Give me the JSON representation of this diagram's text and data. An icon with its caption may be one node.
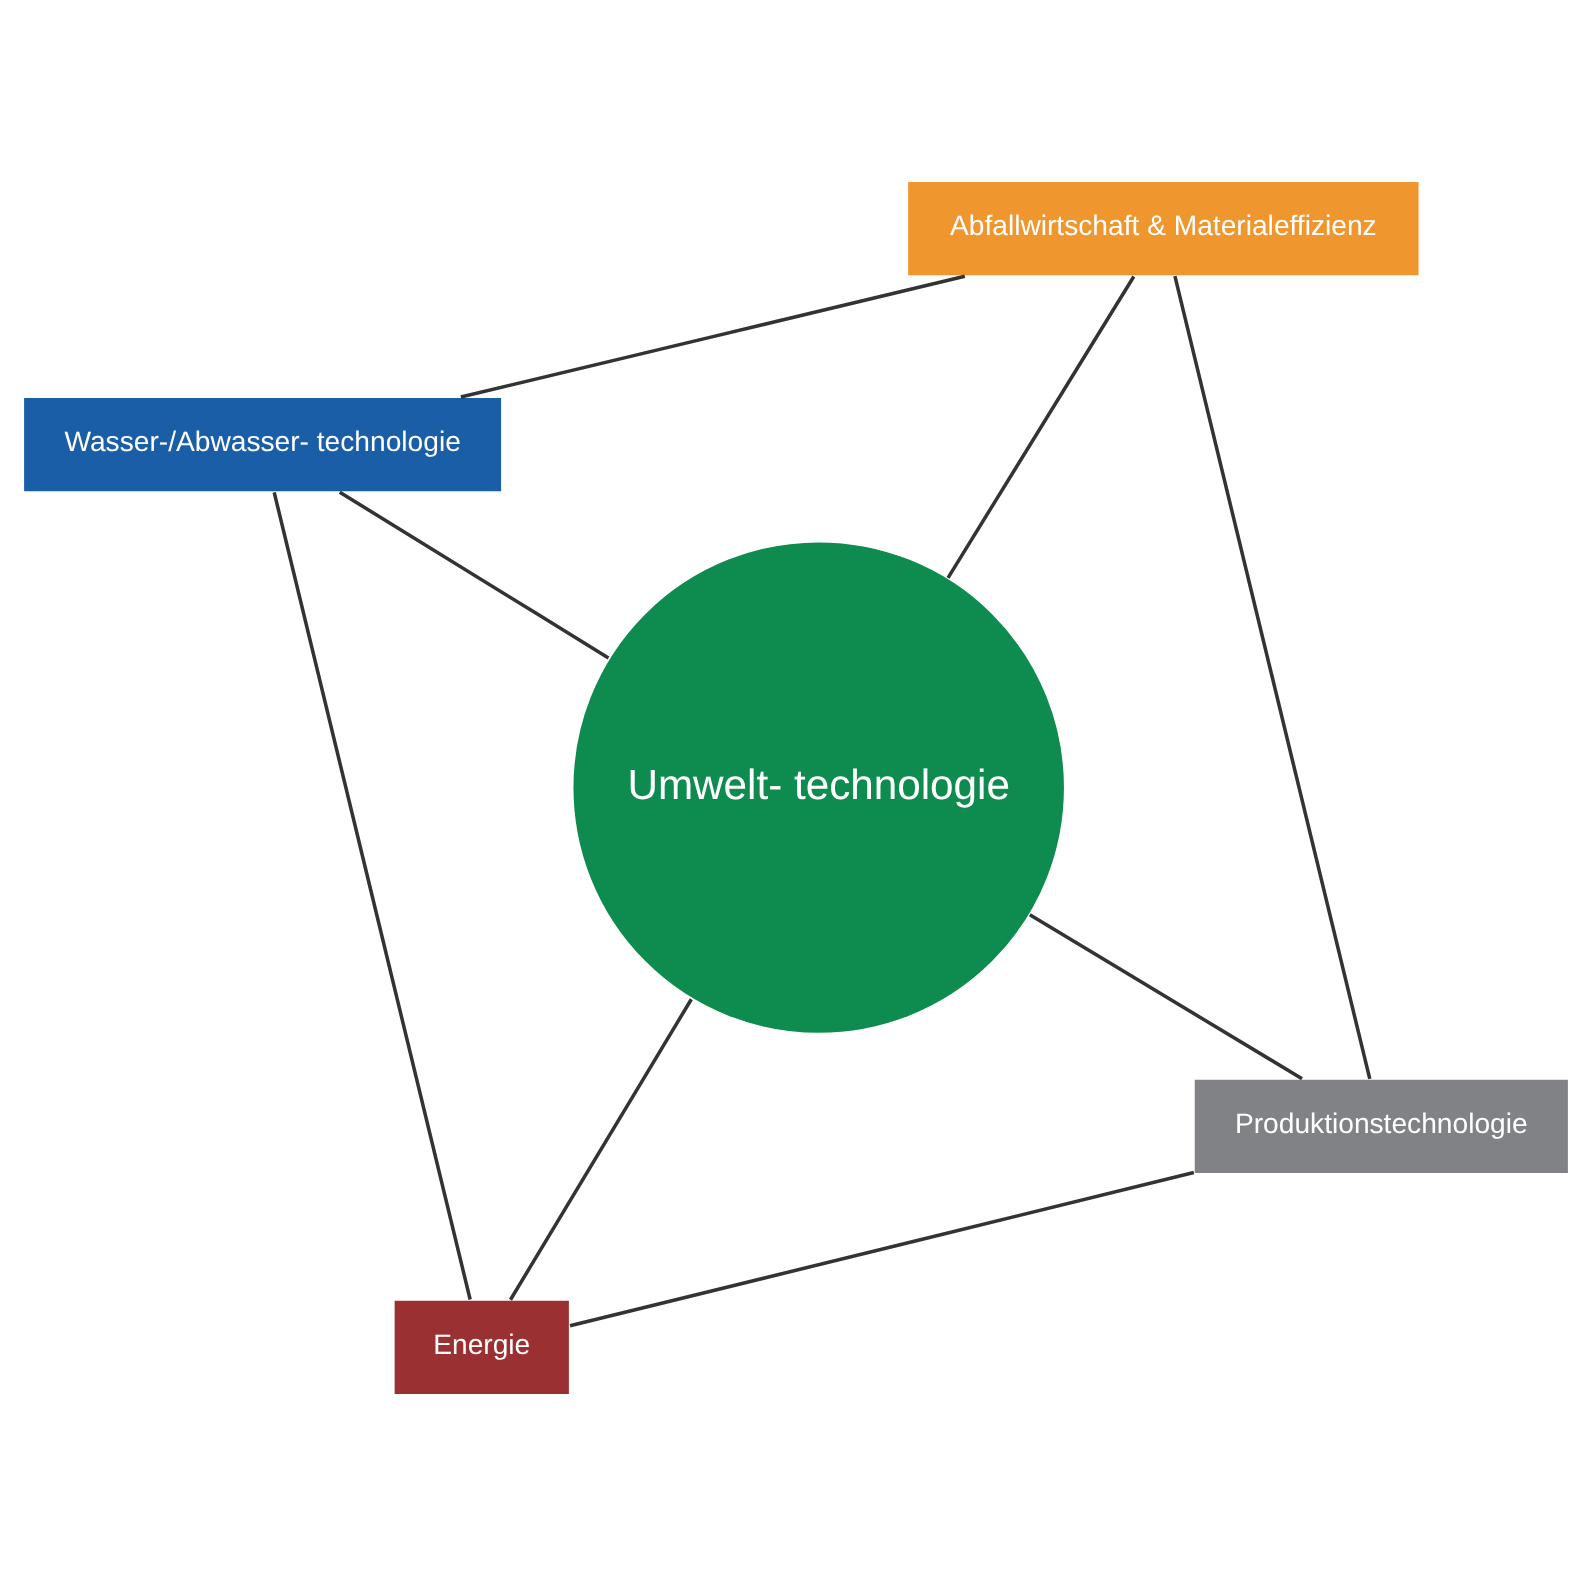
{
  "diagram": {
    "nodes": [
      {
        "text": [
          "Umwelt- technologie"
        ]
      },
      {
        "text": [
          "Produktionstechnologie"
        ]
      },
      {
        "text": [
          "Energie"
        ]
      },
      {
        "text": [
          "Wasser-/Abwasser- technologie"
        ]
      },
      {
        "text": [
          "Abfallwirtschaft & Materialeffizienz"
        ]
      }
    ],
    "edges": [
      {
        "from": 0,
        "to": 1,
        "arrow": "none"
      },
      {
        "from": 0,
        "to": 2,
        "arrow": "none"
      },
      {
        "from": 0,
        "to": 3,
        "arrow": "none"
      },
      {
        "from": 0,
        "to": 4,
        "arrow": "none"
      },
      {
        "from": 1,
        "to": 2,
        "arrow": "none"
      },
      {
        "from": 2,
        "to": 3,
        "arrow": "none"
      },
      {
        "from": 3,
        "to": 4,
        "arrow": "none"
      },
      {
        "from": 4,
        "to": 1,
        "arrow": "none"
      }
    ]
  }
}
